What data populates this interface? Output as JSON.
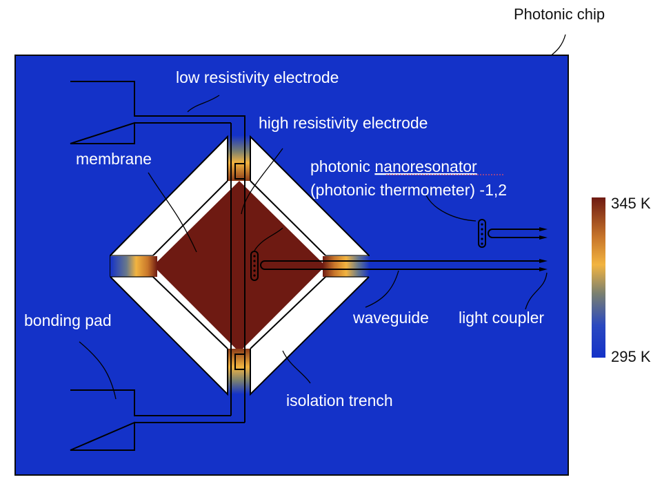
{
  "title": "Photonic chip",
  "colors": {
    "chip": "#1432c8",
    "chip_border": "#0a0a0a",
    "hot": "#6e1a12",
    "warm": "#f2b440",
    "trench": "#ffffff",
    "line": "#000000"
  },
  "labels": {
    "chip": "Photonic chip",
    "low_res_electrode": "low resistivity electrode",
    "high_res_electrode": "high resistivity electrode",
    "membrane": "membrane",
    "nanoresonator_line1_a": "photonic ",
    "nanoresonator_line1_b": "nanoresonator",
    "nanoresonator_line2": "(photonic thermometer) -1,2",
    "bonding_pad": "bonding pad",
    "waveguide": "waveguide",
    "light_coupler": "light coupler",
    "isolation_trench": "isolation trench"
  },
  "colorbar": {
    "max_label": "345 K",
    "min_label": "295 K",
    "max_value": 345,
    "min_value": 295,
    "unit": "K"
  }
}
